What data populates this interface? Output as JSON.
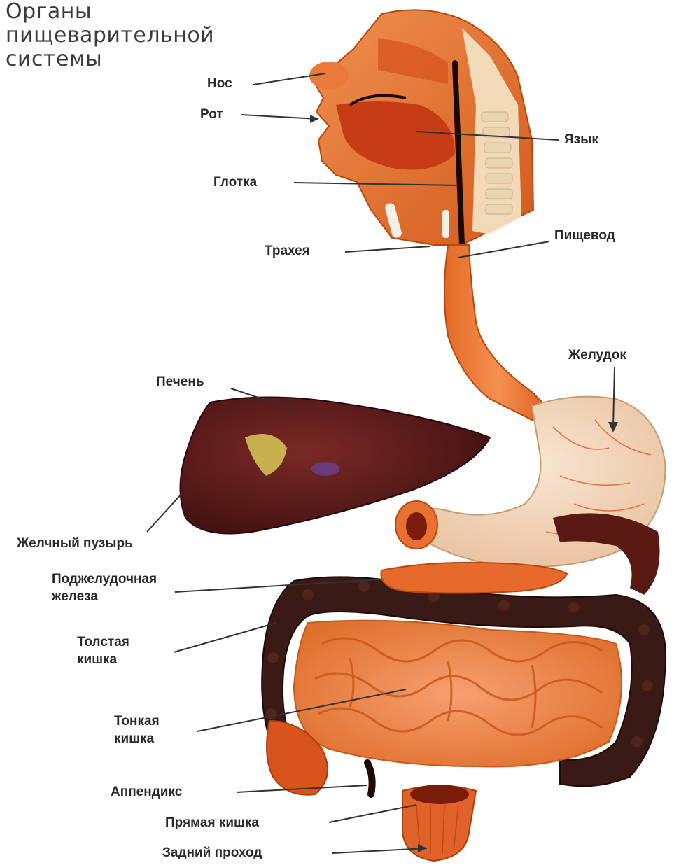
{
  "title": {
    "line1": "Органы",
    "line2": "пищеварительной",
    "line3": "системы"
  },
  "labels": {
    "nose": "Нос",
    "mouth": "Рот",
    "tongue": "Язык",
    "pharynx": "Глотка",
    "trachea": "Трахея",
    "esophagus": "Пищевод",
    "stomach": "Желудок",
    "liver": "Печень",
    "gallbladder": "Желчный пузырь",
    "pancreas_1": "Поджелудочная",
    "pancreas_2": "железа",
    "large_intestine_1": "Толстая",
    "large_intestine_2": "кишка",
    "small_intestine_1": "Тонкая",
    "small_intestine_2": "кишка",
    "appendix": "Аппендикс",
    "rectum": "Прямая кишка",
    "anus": "Задний проход"
  },
  "colors": {
    "tissue": "#e8742a",
    "tissue_dark": "#c04a12",
    "liver": "#5a1a1a",
    "stomach": "#f0d8c0",
    "colon": "#3a1a14",
    "small_intestine": "#f08a50",
    "spine": "#f4e6c8",
    "leader": "#333333"
  }
}
